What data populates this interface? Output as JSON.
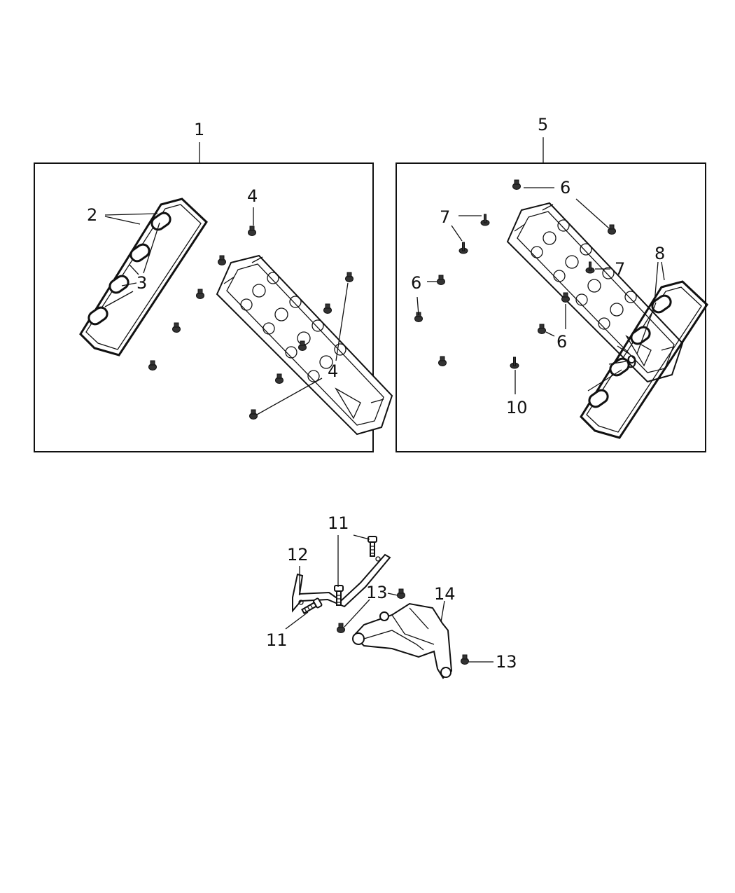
{
  "callouts": {
    "c1": "1",
    "c2": "2",
    "c3": "3",
    "c4a": "4",
    "c4b": "4",
    "c5": "5",
    "c6a": "6",
    "c6b": "6",
    "c6c": "6",
    "c7a": "7",
    "c7b": "7",
    "c8": "8",
    "c9": "9",
    "c10": "10",
    "c11a": "11",
    "c11b": "11",
    "c12": "12",
    "c13a": "13",
    "c13b": "13",
    "c14": "14"
  }
}
